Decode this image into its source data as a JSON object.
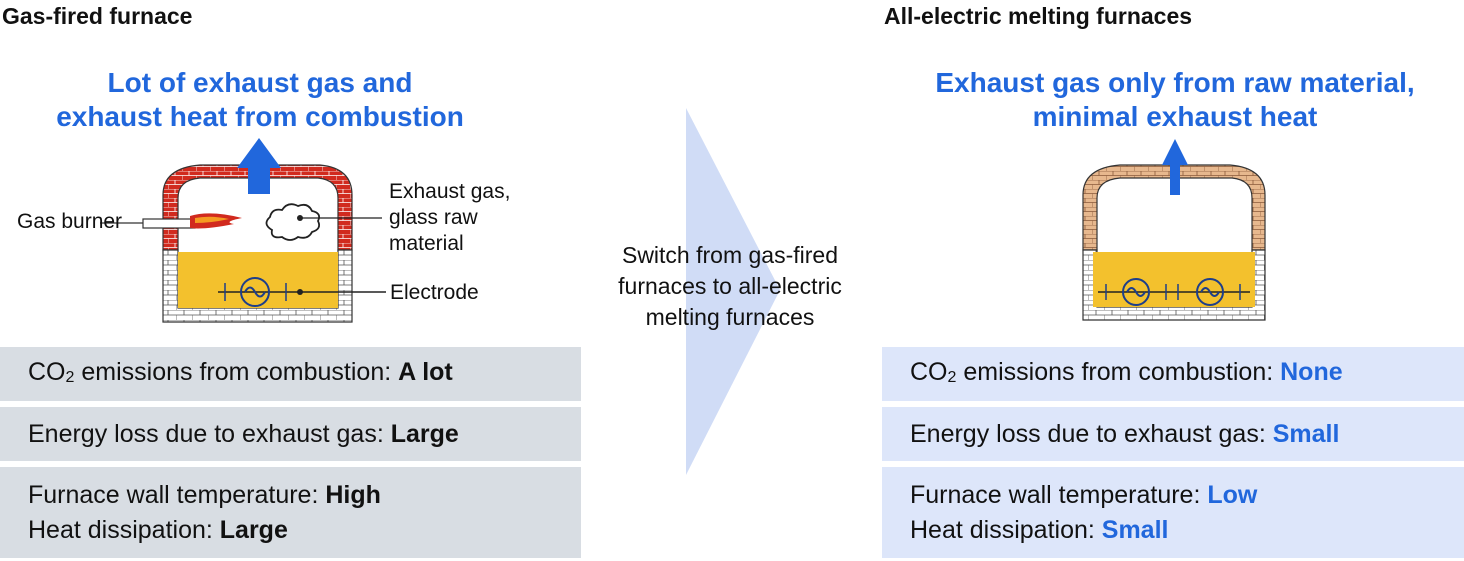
{
  "left": {
    "heading": "Gas-fired furnace",
    "caption_line1": "Lot of exhaust gas and",
    "caption_line2": "exhaust heat from combustion",
    "labels": {
      "gas_burner": "Gas burner",
      "exhaust_line1": "Exhaust gas,",
      "exhaust_line2": "glass raw",
      "exhaust_line3": "material",
      "electrode": "Electrode"
    },
    "rows": [
      {
        "prefix": "CO",
        "sub": "2",
        "text": " emissions from combustion: ",
        "value": "A lot"
      },
      {
        "text": "Energy loss due to exhaust gas: ",
        "value": "Large"
      },
      {
        "text": "Furnace wall temperature: ",
        "value": "High",
        "text2": "Heat dissipation: ",
        "value2": "Large"
      }
    ]
  },
  "middle": {
    "line1": "Switch from gas-fired",
    "line2": "furnaces to all-electric",
    "line3": "melting furnaces"
  },
  "right": {
    "heading": "All-electric melting furnaces",
    "caption_line1": "Exhaust gas only from raw material,",
    "caption_line2": "minimal exhaust heat",
    "rows": [
      {
        "prefix": "CO",
        "sub": "2",
        "text": " emissions from combustion: ",
        "value": "None"
      },
      {
        "text": "Energy loss due to exhaust gas: ",
        "value": "Small"
      },
      {
        "text": "Furnace wall temperature: ",
        "value": "Low",
        "text2": "Heat dissipation: ",
        "value2": "Small"
      }
    ]
  },
  "colors": {
    "accent_blue": "#2167dc",
    "arrow_light": "#d0dcf6",
    "brick_red": "#d12a1e",
    "brick_tan": "#d9a57a",
    "glass_melt": "#f3c12d",
    "gray_box": "#d8dde3",
    "blue_box": "#dde6fa"
  }
}
